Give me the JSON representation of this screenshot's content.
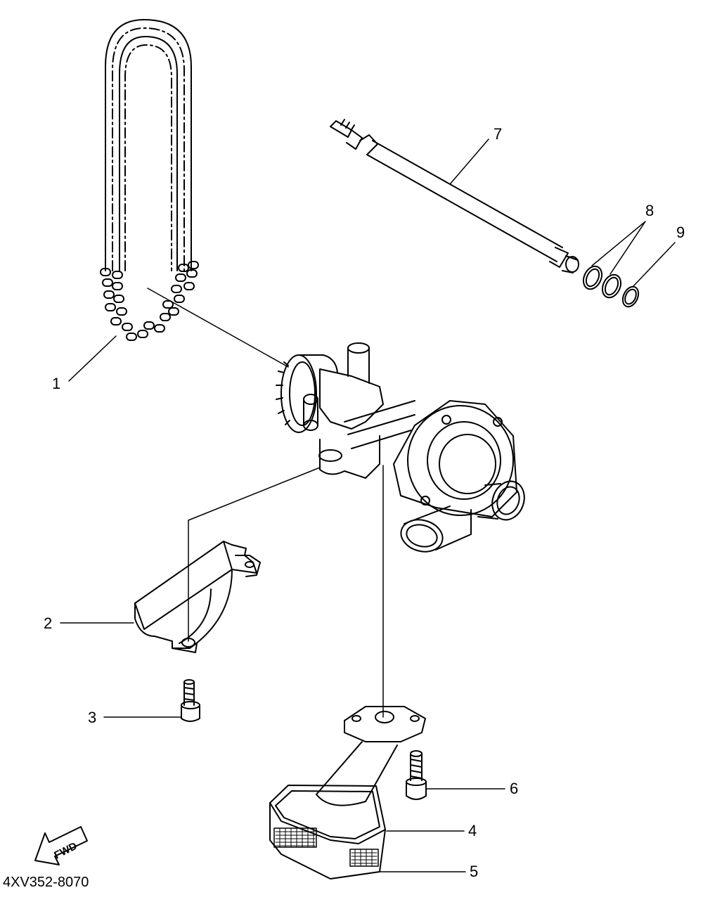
{
  "callouts": {
    "c1": "1",
    "c2": "2",
    "c3": "3",
    "c4": "4",
    "c5": "5",
    "c6": "6",
    "c7": "7",
    "c8": "8",
    "c9": "9"
  },
  "fwd_arrow_label": "FWD",
  "part_code": "4XV352-8070"
}
